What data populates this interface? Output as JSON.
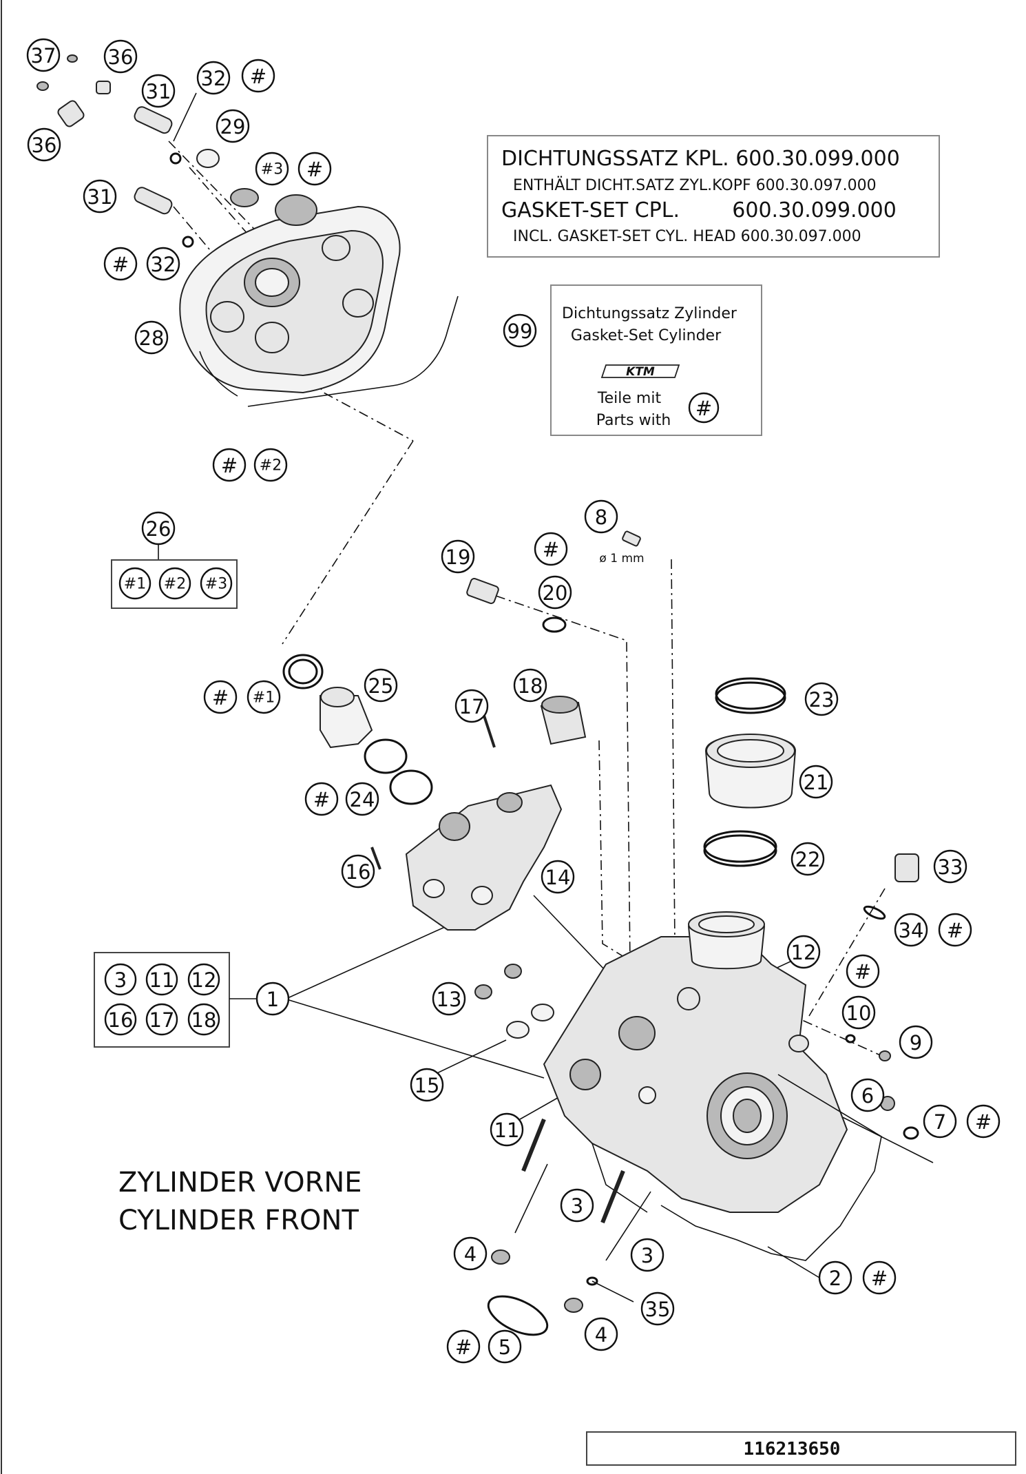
{
  "info_box": {
    "line1": "DICHTUNGSSATZ KPL. 600.30.099.000",
    "line2": "ENTHÄLT DICHT.SATZ ZYL.KOPF 600.30.097.000",
    "line3": "GASKET-SET CPL.        600.30.099.000",
    "line4": "INCL. GASKET-SET CYL. HEAD 600.30.097.000"
  },
  "gasket_set_box": {
    "line1": "Dichtungssatz Zylinder",
    "line2": "Gasket-Set Cylinder",
    "logo": "KTM",
    "line3": "Teile mit",
    "line4": "Parts with",
    "symbol": "#",
    "callout": "99"
  },
  "diameter_note": "ø 1 mm",
  "caption": {
    "line1": "ZYLINDER VORNE",
    "line2": "CYLINDER FRONT"
  },
  "reference_number": "116213650",
  "group_26": {
    "callout": "26",
    "items": [
      "#1",
      "#2",
      "#3"
    ]
  },
  "group_1": {
    "callout": "1",
    "items": [
      "3",
      "11",
      "12",
      "16",
      "17",
      "18"
    ]
  },
  "callouts": [
    {
      "label": "37"
    },
    {
      "label": "36"
    },
    {
      "label": "36"
    },
    {
      "label": "31"
    },
    {
      "label": "32"
    },
    {
      "label": "#"
    },
    {
      "label": "29"
    },
    {
      "label": "#3"
    },
    {
      "label": "#"
    },
    {
      "label": "31"
    },
    {
      "label": "#"
    },
    {
      "label": "32"
    },
    {
      "label": "28"
    },
    {
      "label": "#"
    },
    {
      "label": "#2"
    },
    {
      "label": "8"
    },
    {
      "label": "#"
    },
    {
      "label": "19"
    },
    {
      "label": "20"
    },
    {
      "label": "18"
    },
    {
      "label": "#"
    },
    {
      "label": "#1"
    },
    {
      "label": "25"
    },
    {
      "label": "17"
    },
    {
      "label": "23"
    },
    {
      "label": "21"
    },
    {
      "label": "#"
    },
    {
      "label": "24"
    },
    {
      "label": "22"
    },
    {
      "label": "16"
    },
    {
      "label": "14"
    },
    {
      "label": "33"
    },
    {
      "label": "34"
    },
    {
      "label": "#"
    },
    {
      "label": "12"
    },
    {
      "label": "#"
    },
    {
      "label": "13"
    },
    {
      "label": "10"
    },
    {
      "label": "9"
    },
    {
      "label": "15"
    },
    {
      "label": "6"
    },
    {
      "label": "7"
    },
    {
      "label": "#"
    },
    {
      "label": "11"
    },
    {
      "label": "3"
    },
    {
      "label": "3"
    },
    {
      "label": "4"
    },
    {
      "label": "2"
    },
    {
      "label": "#"
    },
    {
      "label": "35"
    },
    {
      "label": "#"
    },
    {
      "label": "5"
    },
    {
      "label": "4"
    }
  ]
}
